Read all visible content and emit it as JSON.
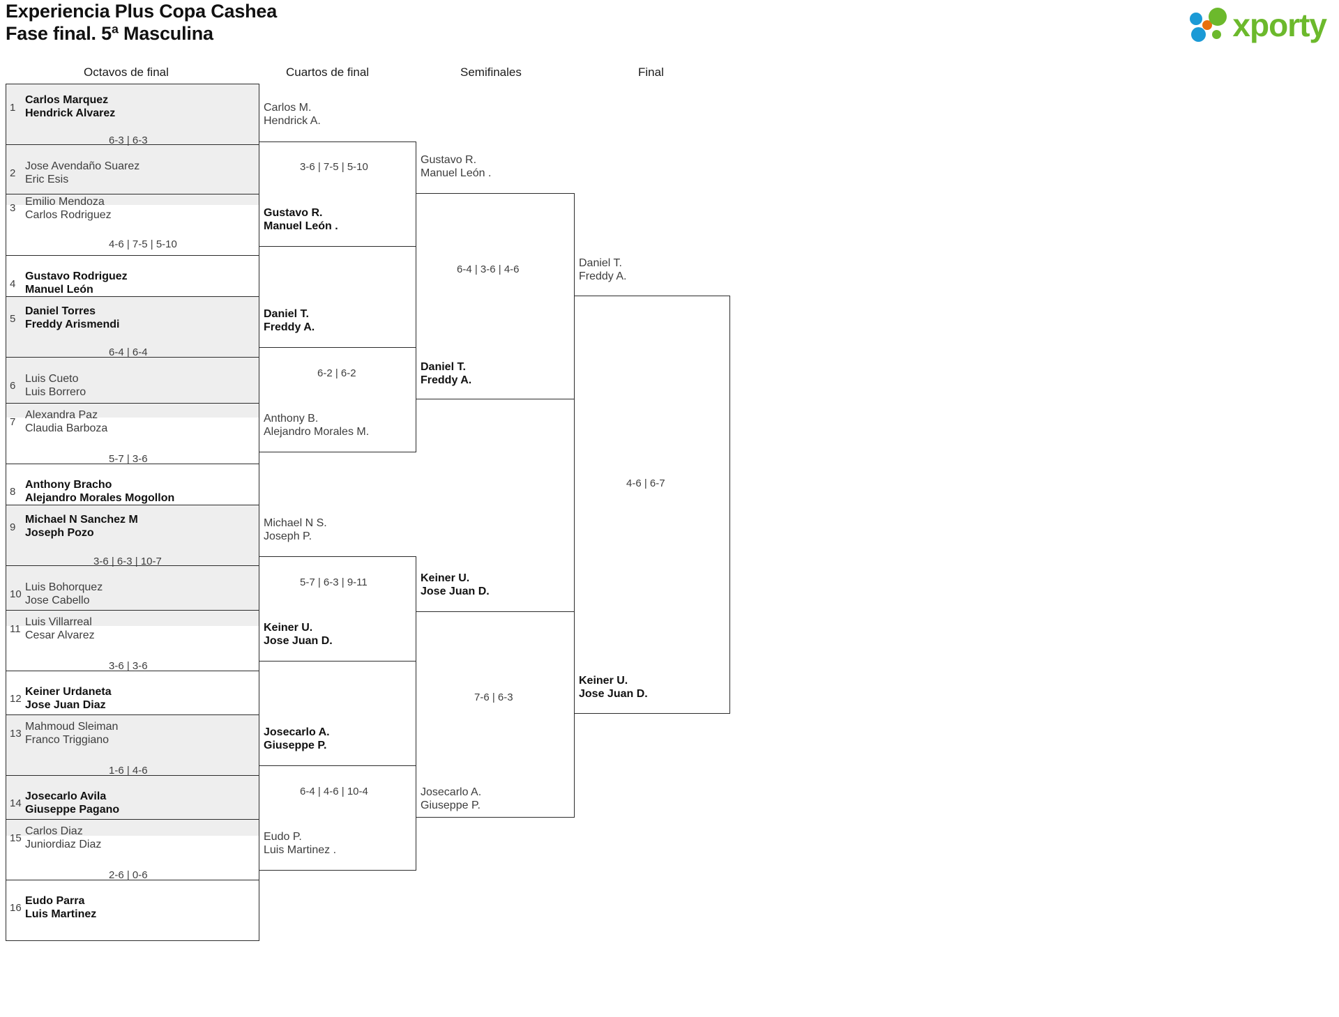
{
  "header": {
    "title_line1": "Experiencia Plus Copa Cashea",
    "title_line2": "Fase final. 5ª Masculina",
    "logo_text": "xporty"
  },
  "rounds": [
    {
      "label": "Octavos de final"
    },
    {
      "label": "Cuartos de final"
    },
    {
      "label": "Semifinales"
    },
    {
      "label": "Final"
    }
  ],
  "chart_data": {
    "type": "bracket",
    "title": "Experiencia Plus Copa Cashea — Fase final. 5ª Masculina",
    "rounds": [
      "Octavos de final",
      "Cuartos de final",
      "Semifinales",
      "Final"
    ],
    "seeds": 16
  },
  "round1": {
    "seeds": [
      {
        "no": "1",
        "p1": "Carlos Marquez",
        "p2": "Hendrick Alvarez",
        "winner": true
      },
      {
        "no": "2",
        "p1": "Jose Avendaño Suarez",
        "p2": "Eric Esis",
        "winner": false
      },
      {
        "no": "3",
        "p1": "Emilio Mendoza",
        "p2": "Carlos Rodriguez",
        "winner": false
      },
      {
        "no": "4",
        "p1": "Gustavo Rodriguez",
        "p2": "Manuel León",
        "winner": true
      },
      {
        "no": "5",
        "p1": "Daniel Torres",
        "p2": "Freddy Arismendi",
        "winner": true
      },
      {
        "no": "6",
        "p1": "Luis Cueto",
        "p2": "Luis Borrero",
        "winner": false
      },
      {
        "no": "7",
        "p1": "Alexandra Paz",
        "p2": "Claudia Barboza",
        "winner": false
      },
      {
        "no": "8",
        "p1": "Anthony Bracho",
        "p2": "Alejandro Morales Mogollon",
        "winner": true
      },
      {
        "no": "9",
        "p1": "Michael N Sanchez M",
        "p2": "Joseph Pozo",
        "winner": true
      },
      {
        "no": "10",
        "p1": "Luis Bohorquez",
        "p2": "Jose Cabello",
        "winner": false
      },
      {
        "no": "11",
        "p1": "Luis Villarreal",
        "p2": "Cesar Alvarez",
        "winner": false
      },
      {
        "no": "12",
        "p1": "Keiner Urdaneta",
        "p2": "Jose Juan Diaz",
        "winner": true
      },
      {
        "no": "13",
        "p1": "Mahmoud Sleiman",
        "p2": "Franco Triggiano",
        "winner": false
      },
      {
        "no": "14",
        "p1": "Josecarlo Avila",
        "p2": "Giuseppe Pagano",
        "winner": true
      },
      {
        "no": "15",
        "p1": "Carlos Diaz",
        "p2": "Juniordiaz Diaz",
        "winner": false
      },
      {
        "no": "16",
        "p1": "Eudo Parra",
        "p2": "Luis Martinez",
        "winner": true
      }
    ],
    "scores": [
      "6-3 | 6-3",
      "4-6 | 7-5 | 5-10",
      "6-4 | 6-4",
      "5-7 | 3-6",
      "3-6 | 6-3 | 10-7",
      "3-6 | 3-6",
      "1-6 | 4-6",
      "2-6 | 0-6"
    ]
  },
  "round2": {
    "matches": [
      {
        "top": {
          "p1": "Carlos M.",
          "p2": "Hendrick A.",
          "winner": false
        },
        "bottom": {
          "p1": "Gustavo R.",
          "p2": "Manuel León .",
          "winner": true
        },
        "score": "3-6 | 7-5 | 5-10"
      },
      {
        "top": {
          "p1": "Daniel T.",
          "p2": "Freddy A.",
          "winner": true
        },
        "bottom": {
          "p1": "Anthony B.",
          "p2": "Alejandro Morales M.",
          "winner": false
        },
        "score": "6-2 | 6-2"
      },
      {
        "top": {
          "p1": "Michael N S.",
          "p2": "Joseph P.",
          "winner": false
        },
        "bottom": {
          "p1": "Keiner U.",
          "p2": "Jose Juan D.",
          "winner": true
        },
        "score": "5-7 | 6-3 | 9-11"
      },
      {
        "top": {
          "p1": "Josecarlo A.",
          "p2": "Giuseppe P.",
          "winner": true
        },
        "bottom": {
          "p1": "Eudo P.",
          "p2": "Luis Martinez .",
          "winner": false
        },
        "score": "6-4 | 4-6 | 10-4"
      }
    ]
  },
  "round3": {
    "matches": [
      {
        "top": {
          "p1": "Gustavo R.",
          "p2": "Manuel León .",
          "winner": false
        },
        "bottom": {
          "p1": "Daniel T.",
          "p2": "Freddy A.",
          "winner": true
        },
        "score": "6-4 | 3-6 | 4-6"
      },
      {
        "top": {
          "p1": "Keiner U.",
          "p2": "Jose Juan D.",
          "winner": true
        },
        "bottom": {
          "p1": "Josecarlo A.",
          "p2": "Giuseppe P.",
          "winner": false
        },
        "score": "7-6 | 6-3"
      }
    ]
  },
  "round4": {
    "matches": [
      {
        "top": {
          "p1": "Daniel T.",
          "p2": "Freddy A.",
          "winner": false
        },
        "bottom": {
          "p1": "Keiner U.",
          "p2": "Jose Juan D.",
          "winner": true
        },
        "score": "4-6 | 6-7"
      }
    ]
  }
}
